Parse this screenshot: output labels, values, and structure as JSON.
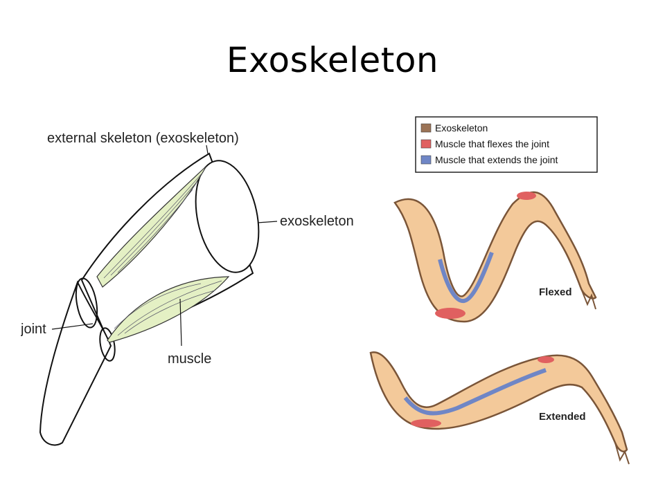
{
  "slide": {
    "title": "Exoskeleton"
  },
  "left_diagram": {
    "label_top": "external skeleton (exoskeleton)",
    "label_exoskeleton": "exoskeleton",
    "label_joint": "joint",
    "label_muscle": "muscle"
  },
  "right_diagram": {
    "legend": [
      {
        "label": "Exoskeleton",
        "color": "#9b7356"
      },
      {
        "label": "Muscle that flexes the joint",
        "color": "#e06060"
      },
      {
        "label": "Muscle that extends the joint",
        "color": "#6f86c6"
      }
    ],
    "label_flexed": "Flexed",
    "label_extended": "Extended"
  }
}
